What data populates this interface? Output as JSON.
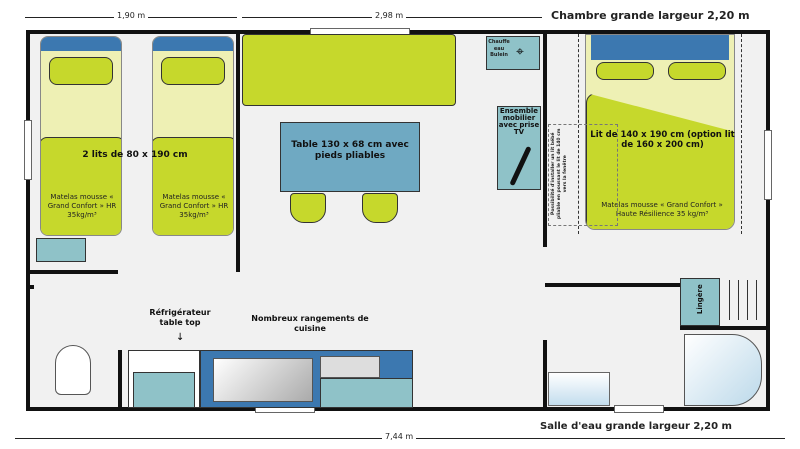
{
  "dimensions": {
    "left_room": "1,90 m",
    "middle": "2,98 m",
    "bedroom_right": "Chambre grande largeur 2,20 m",
    "bathroom": "Salle d'eau grande largeur 2,20 m",
    "total": "7,44 m"
  },
  "labels": {
    "twin_beds": "2 lits de 80 x 190 cm",
    "twin_mattress_1": "Matelas mousse « Grand Confort » HR 35kg/m³",
    "twin_mattress_2": "Matelas mousse « Grand Confort » HR 35kg/m³",
    "table": "Table 130 x 68 cm avec pieds pliables",
    "water_heater": "Chauffe eau Bulein",
    "tv_furniture": "Ensemble mobilier avec prise TV",
    "baby_bed_note": "Possibilité d'installer un lit bébé pliable en poussant le lit de 140 cm vers la fenêtre",
    "double_bed": "Lit de 140 x 190 cm (option lit de 160 x 200 cm)",
    "double_mattress": "Matelas mousse « Grand Confort » Haute Résilience 35 kg/m³",
    "fridge": "Réfrigérateur table top",
    "kitchen_storage": "Nombreux rangements de cuisine",
    "linen": "Lingère"
  },
  "colors": {
    "bed": "#c6d82c",
    "furniture_blue": "#3c78b0",
    "furniture_teal": "#8fc2c8",
    "wall": "#111111"
  }
}
